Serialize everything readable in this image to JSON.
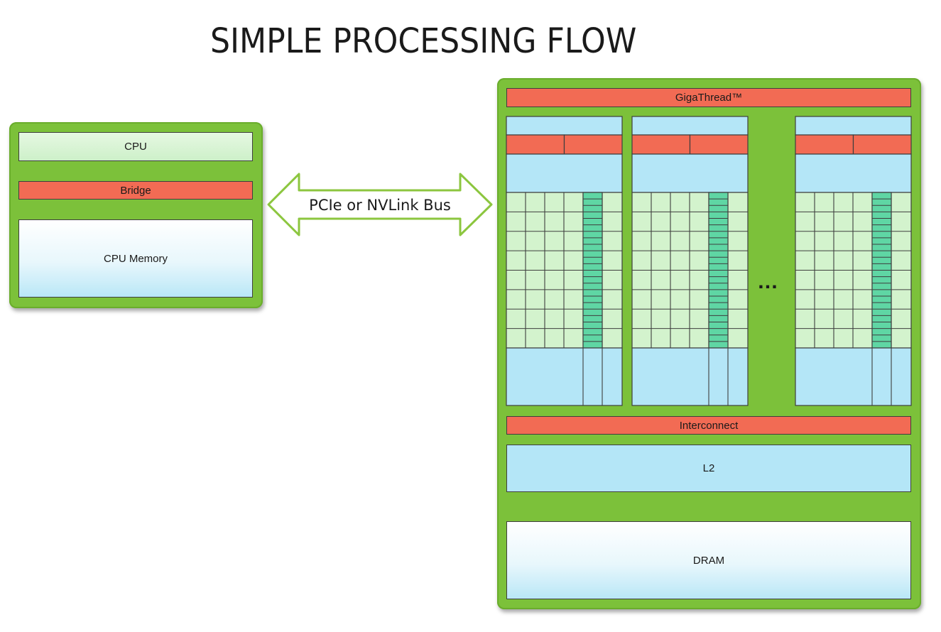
{
  "title": "SIMPLE PROCESSING FLOW",
  "cpu_panel": {
    "cpu_label": "CPU",
    "bridge_label": "Bridge",
    "memory_label": "CPU Memory"
  },
  "bus": {
    "label": "PCIe or NVLink Bus"
  },
  "gpu_panel": {
    "gigathread_label": "GigaThread™",
    "ellipsis": "…",
    "interconnect_label": "Interconnect",
    "l2_label": "L2",
    "dram_label": "DRAM",
    "sm_count_shown": 3
  },
  "colors": {
    "panel_green": "#7cc13a",
    "unit_red": "#f26b54",
    "cache_blue": "#b4e6f7",
    "core_green": "#cdf0c9",
    "arrow_outline": "#8cc63f"
  }
}
